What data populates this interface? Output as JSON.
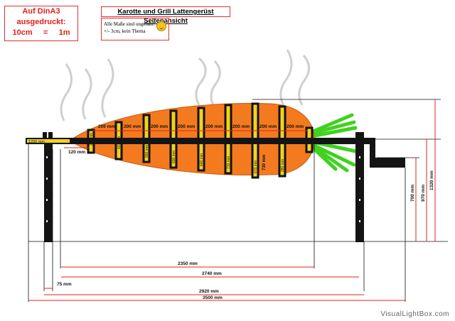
{
  "scale": {
    "line1": "Auf DinA3",
    "line2": "ausgedruckt:",
    "line3_left": "10cm",
    "line3_eq": "=",
    "line3_right": "1m"
  },
  "title": "Karotte und Grill Lattengerüst Seitenansicht",
  "note": {
    "line1": "Alle Maße sind ungefähr!",
    "line2": "+/- 3cm, kein Thema"
  },
  "labels": {
    "top_dims": [
      "200 mm",
      "200 mm",
      "200 mm",
      "200 mm",
      "200 mm",
      "200 mm",
      "200 mm",
      "200 mm"
    ],
    "bar_left": "1200 mm",
    "slat_spacing": "120 mm",
    "slat_verticals": [
      "230 mm",
      "420 mm",
      "550 mm",
      "600 mm",
      "640 mm",
      "710 mm",
      "670 mm",
      "280 mm"
    ],
    "diameter": "730 mm",
    "right_heights": [
      "700 mm",
      "970 mm",
      "1320 mm"
    ],
    "bottom_dims": [
      "2350 mm",
      "2740 mm",
      "75 mm",
      "2920 mm",
      "3500 mm"
    ]
  },
  "colors": {
    "carrot": "#f47a1f",
    "slat": "#f2d21b",
    "frame": "#141414",
    "dim": "#e8211c",
    "leaf": "#3fd21f"
  },
  "watermark": "VisualLightBox.com"
}
